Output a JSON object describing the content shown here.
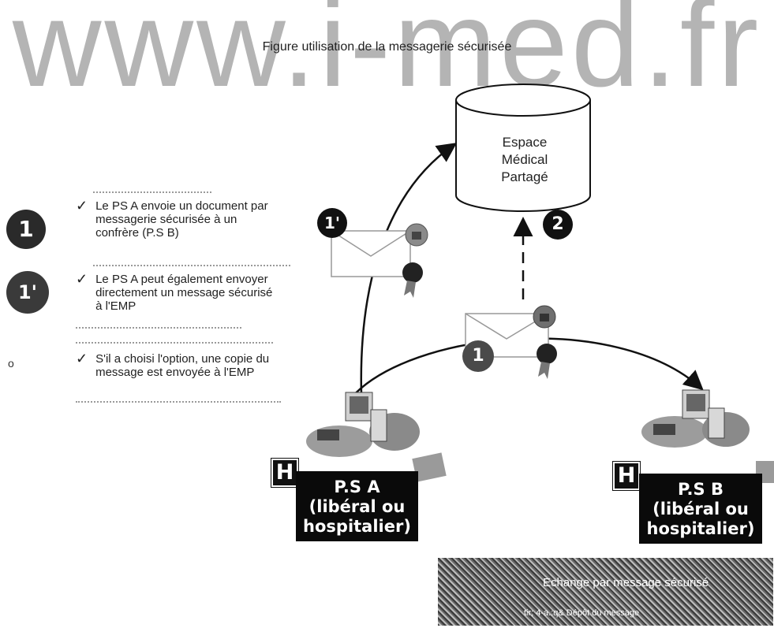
{
  "watermark": "www.i-med.fr",
  "figure_title": "Figure utilisation de la messagerie sécurisée",
  "database_label": [
    "Espace",
    "Médical",
    "Partagé"
  ],
  "steps": [
    {
      "badge": "1",
      "check": "✓",
      "text": "Le PS A envoie un document par messagerie sécurisée à un confrère (P.S B)"
    },
    {
      "badge": "1'",
      "check": "✓",
      "text": "Le PS A peut également envoyer directement un message sécurisé à l'EMP"
    },
    {
      "badge": "",
      "check": "✓",
      "text": "S'il a choisi l'option, une copie du message est envoyée à l'EMP"
    }
  ],
  "stray_mark": "o",
  "diagram_badges": {
    "one_prime": "1'",
    "two": "2",
    "one": "1"
  },
  "ps_a": {
    "h": "H",
    "line1": "P.S A",
    "line2": "(libéral ou",
    "line3": "hospitalier)"
  },
  "ps_b": {
    "h": "H",
    "line1": "P.S B",
    "line2": "(libéral ou",
    "line3": "hospitalier)"
  },
  "legend_box": {
    "line1": "Echange par message sécurisé",
    "line2": "tir; 4-a.:q&    Dépôt du message"
  }
}
